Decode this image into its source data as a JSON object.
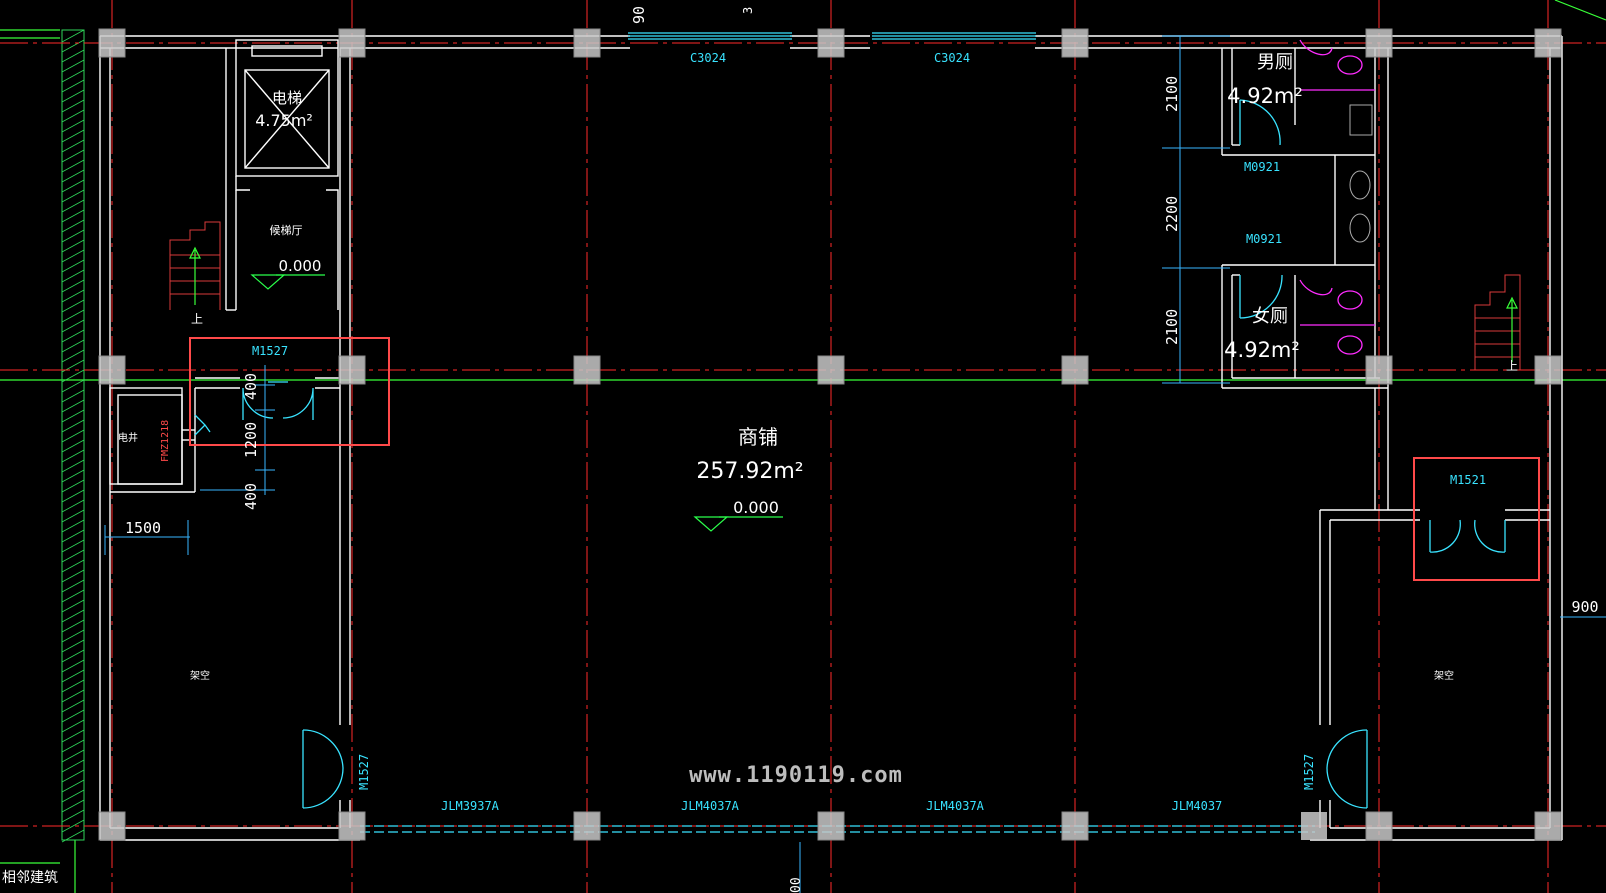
{
  "colors": {
    "background": "#000000",
    "wall": "#ffffff",
    "axis": "#ff2a2a",
    "dimension": "#37b6ff",
    "door": "#39e3ff",
    "column_fill": "#c8c8c8",
    "highlight": "#ff4a4a",
    "fixture": "#ff2cff",
    "level_mark": "#2bff4b",
    "stair": "#d83a3a",
    "green_line": "#38ff38",
    "hatch": "#2fd65a"
  },
  "rooms": {
    "shop_name": "商铺",
    "shop_area": "257.92m²",
    "shop_level": "0.000",
    "elevator_name": "电梯",
    "elevator_area": "4.75m²",
    "lobby_name": "候梯厅",
    "lobby_level": "0.000",
    "men_wc_name": "男厕",
    "men_wc_area": "4.92m²",
    "women_wc_name": "女厕",
    "women_wc_area": "4.92m²",
    "shaft_name": "电井",
    "void_left": "架空",
    "void_right": "架空",
    "adjacent": "相邻建筑"
  },
  "doors": {
    "top_window_1": "C3024",
    "top_window_2": "C3024",
    "men_door": "M0921",
    "women_door": "M0921",
    "lobby_door": "M1527",
    "fire_door": "FMZ1218",
    "right_door": "M1521",
    "left_side_door": "M1527",
    "right_side_door": "M1527",
    "bottom_1": "JLM3937A",
    "bottom_2": "JLM4037A",
    "bottom_3": "JLM4037A",
    "bottom_4": "JLM4037"
  },
  "dims": {
    "top_partial_1": "90",
    "top_partial_2": "3",
    "wc_1": "2100",
    "wc_2": "2200",
    "wc_3": "2100",
    "door_a": "400",
    "door_b": "1200",
    "door_c": "400",
    "left_width": "1500",
    "right_edge": "900",
    "bottom_partial": "00"
  },
  "stairs": {
    "up_left": "上",
    "up_right": "上"
  },
  "watermark": "www.1190119.com"
}
